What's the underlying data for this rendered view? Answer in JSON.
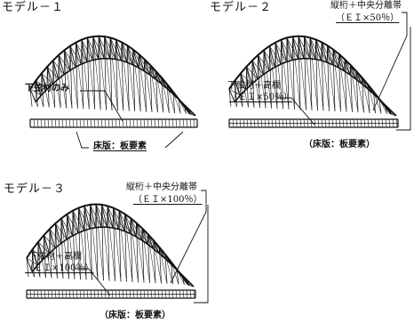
{
  "models": [
    {
      "title": "モデル－１",
      "annotations": [
        {
          "text": "下弦材のみ"
        },
        {
          "text": "床版：板要素"
        }
      ]
    },
    {
      "title": "モデル－２",
      "annotations": [
        {
          "text": "縦桁＋中央分離帯"
        },
        {
          "text": "（ＥＩ×50％）"
        },
        {
          "text": "下弦材＋高欄"
        },
        {
          "text": "（ＥＩ×50％）"
        },
        {
          "text": "（床版：板要素）"
        }
      ]
    },
    {
      "title": "モデル－３",
      "annotations": [
        {
          "text": "縦桁＋中央分離帯"
        },
        {
          "text": "（ＥＩ×100％）"
        },
        {
          "text": "下弦材＋高欄"
        },
        {
          "text": "（ＥＩ×100％）"
        },
        {
          "text": "（床版：板要素）"
        }
      ]
    }
  ]
}
